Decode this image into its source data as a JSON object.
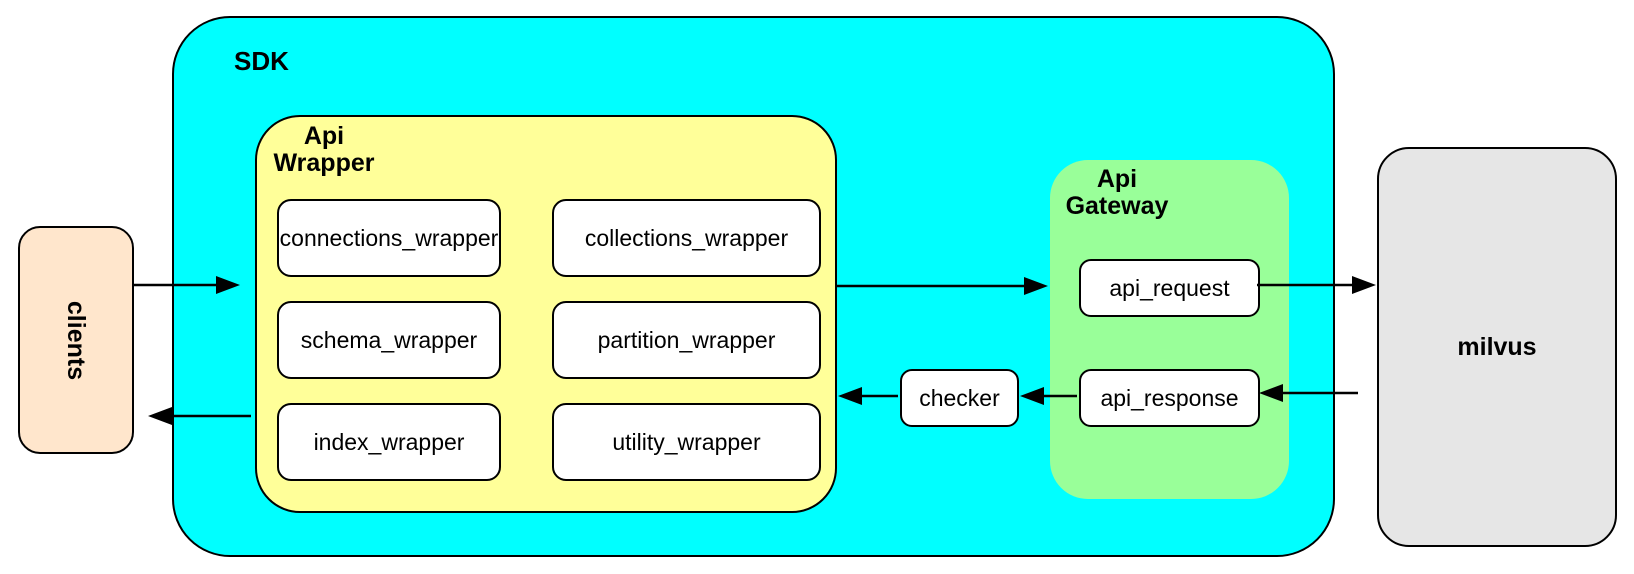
{
  "colors": {
    "sdk_fill": "#00FFFF",
    "wrapper_fill": "#FFFF99",
    "gateway_fill": "#99FF99",
    "clients_fill": "#FFE6CC",
    "milvus_fill": "#E6E6E6",
    "box_fill": "#FFFFFF",
    "stroke": "#000000"
  },
  "nodes": {
    "clients": {
      "label": "clients"
    },
    "sdk": {
      "label": "SDK"
    },
    "api_wrapper": {
      "title_line1": "Api",
      "title_line2": "Wrapper",
      "boxes": [
        {
          "id": "connections_wrapper",
          "label": "connections_wrapper"
        },
        {
          "id": "collections_wrapper",
          "label": "collections_wrapper"
        },
        {
          "id": "schema_wrapper",
          "label": "schema_wrapper"
        },
        {
          "id": "partition_wrapper",
          "label": "partition_wrapper"
        },
        {
          "id": "index_wrapper",
          "label": "index_wrapper"
        },
        {
          "id": "utility_wrapper",
          "label": "utility_wrapper"
        }
      ]
    },
    "checker": {
      "label": "checker"
    },
    "api_gateway": {
      "title_line1": "Api",
      "title_line2": "Gateway",
      "request": {
        "label": "api_request"
      },
      "response": {
        "label": "api_response"
      }
    },
    "milvus": {
      "label": "milvus"
    }
  },
  "edges": [
    {
      "from": "clients",
      "to": "sdk"
    },
    {
      "from": "api_wrapper",
      "to": "api_gateway"
    },
    {
      "from": "api_request",
      "to": "milvus"
    },
    {
      "from": "milvus",
      "to": "api_response"
    },
    {
      "from": "api_response",
      "to": "checker"
    },
    {
      "from": "checker",
      "to": "api_wrapper"
    },
    {
      "from": "api_wrapper",
      "to": "clients"
    }
  ]
}
